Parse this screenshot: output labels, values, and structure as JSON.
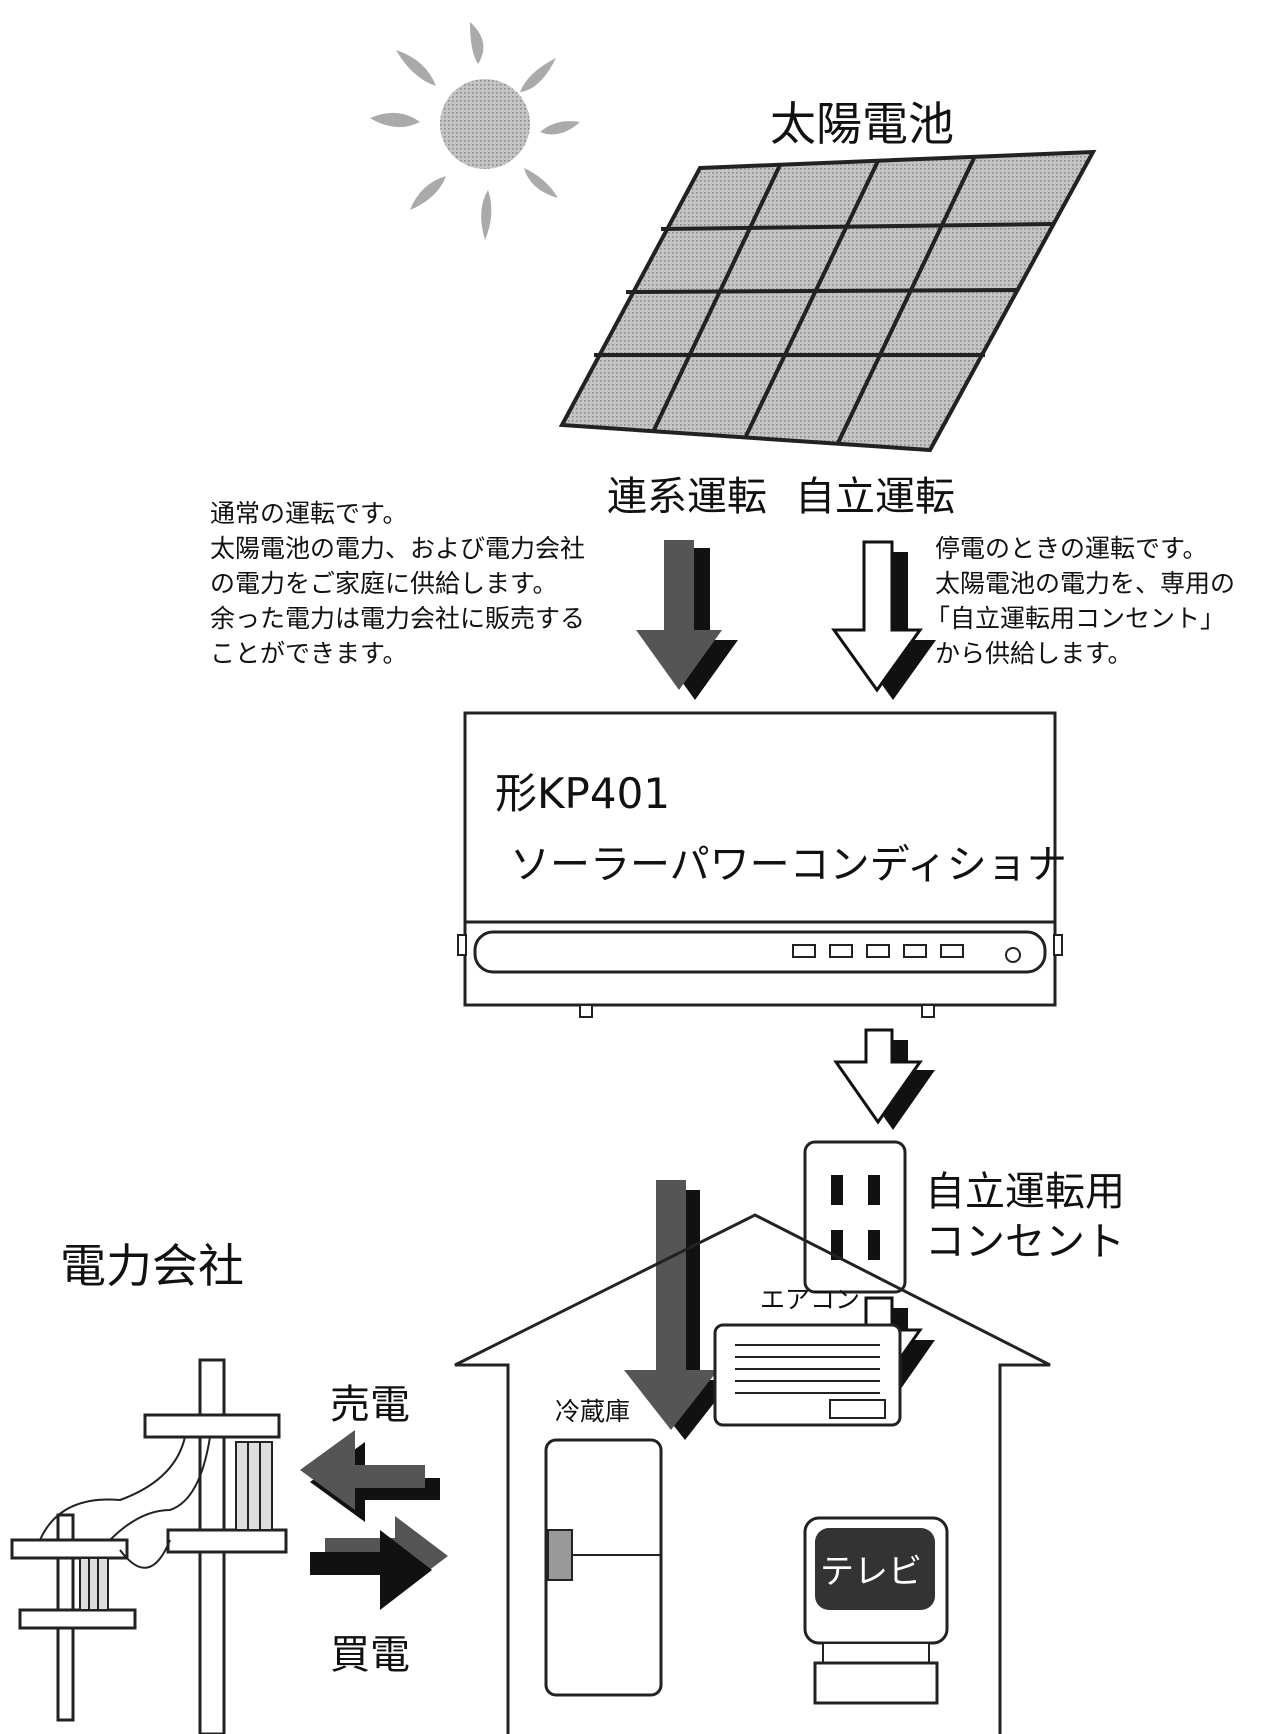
{
  "labels": {
    "solar_cell": "太陽電池",
    "grid_operation": "連系運転",
    "independent_operation": "自立運転",
    "model": "形KP401",
    "product_name": "ソーラーパワーコンディショナ",
    "outlet": [
      "自立運転用",
      "コンセント"
    ],
    "power_company": "電力会社",
    "sell_power": "売電",
    "buy_power": "買電",
    "air_conditioner": "エアコン",
    "refrigerator": "冷蔵庫",
    "tv": "テレビ"
  },
  "notes": {
    "grid": [
      "通常の運転です。",
      "太陽電池の電力、および電力会社",
      "の電力をご家庭に供給します。",
      "余った電力は電力会社に販売する",
      "ことができます。"
    ],
    "independent": [
      "停電のときの運転です。",
      "太陽電池の電力を、専用の",
      "「自立運転用コンセント」",
      "から供給します。"
    ]
  }
}
